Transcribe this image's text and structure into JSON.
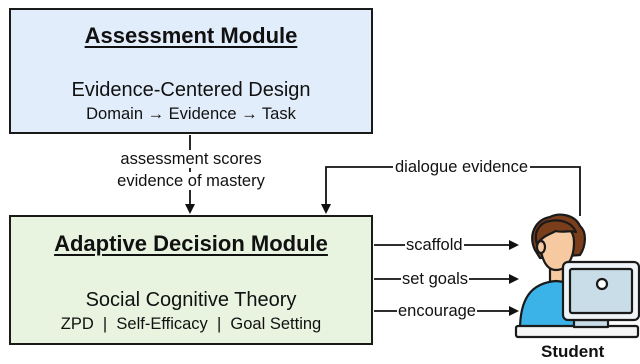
{
  "assessment_module": {
    "title": "Assessment Module",
    "subtitle": "Evidence-Centered Design",
    "detail": "Domain → Evidence → Task"
  },
  "adaptive_module": {
    "title": "Adaptive Decision Module",
    "subtitle": "Social Cognitive Theory",
    "detail": "ZPD  |  Self-Efficacy  |  Goal Setting"
  },
  "flow_labels": {
    "assessment_scores": "assessment scores",
    "evidence_of_mastery": "evidence of mastery",
    "dialogue_evidence": "dialogue evidence",
    "scaffold": "scaffold",
    "set_goals": "set goals",
    "encourage": "encourage"
  },
  "student": {
    "label": "Student",
    "icon": "student-at-computer-icon"
  },
  "colors": {
    "assessment_fill": "#e2edfb",
    "adaptive_fill": "#e8f3e0",
    "outline": "#1a1a1a",
    "hair": "#7a3e1b",
    "skin": "#f7c9a0",
    "shirt": "#3bb3e8",
    "monitor": "#c9dde8"
  }
}
